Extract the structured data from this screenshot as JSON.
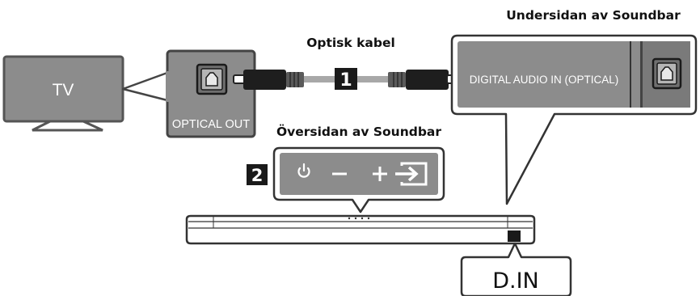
{
  "labels": {
    "tv": "TV",
    "optical_out": "OPTICAL OUT",
    "cable": "Optisk kabel",
    "step1": "1",
    "step2": "2",
    "bottom_title": "Undersidan av Soundbar",
    "top_title": "Översidan av Soundbar",
    "digital_audio_in": "DIGITAL AUDIO IN (OPTICAL)",
    "din": "D.IN"
  },
  "buttons": [
    {
      "icon": "power-icon"
    },
    {
      "icon": "volume-down-icon"
    },
    {
      "icon": "volume-up-icon"
    },
    {
      "icon": "source-input-icon"
    }
  ],
  "colors": {
    "panel_gray": "#8c8c8c",
    "cable_gray": "#a8a8a8",
    "dark": "#222222",
    "outline": "#333333"
  }
}
